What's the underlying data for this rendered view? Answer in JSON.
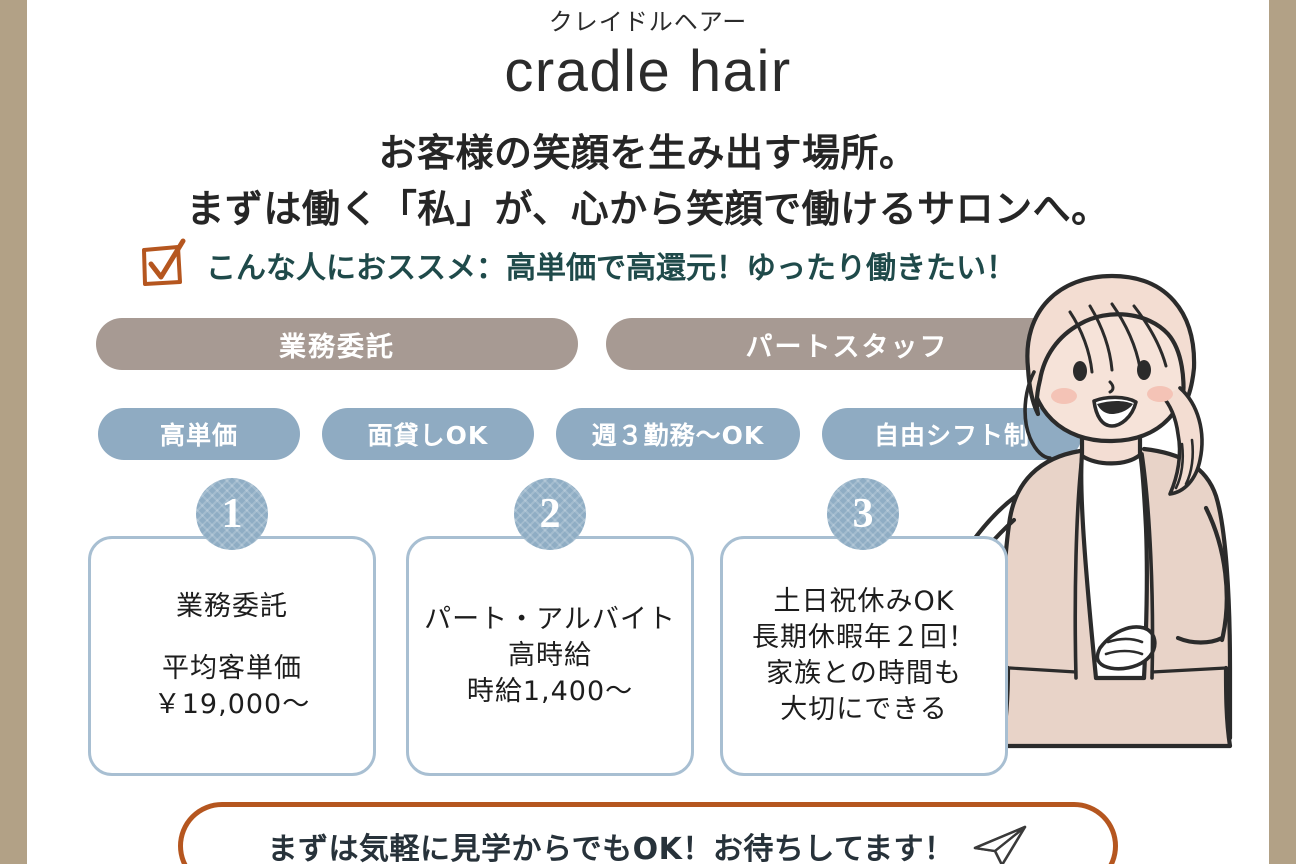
{
  "header": {
    "kana_title": "クレイドルヘアー",
    "brand": "cradle hair",
    "lead_line1": "お客様の笑顔を生み出す場所。",
    "lead_line2": "まずは働く「私」が、心から笑顔で働けるサロンへ。"
  },
  "recommend": {
    "icon": "checkbox-checked-icon",
    "text": "こんな人におススメ：高単価で高還元！ゆったり働きたい！",
    "color": "#1f4a4a"
  },
  "role_pills": [
    {
      "label": "業務委託"
    },
    {
      "label": "パートスタッフ"
    }
  ],
  "feature_tags": [
    {
      "label": "高単価"
    },
    {
      "label": "面貸しOK"
    },
    {
      "label": "週３勤務～OK"
    },
    {
      "label": "自由シフト制"
    }
  ],
  "cards": [
    {
      "number": "1",
      "title": "業務委託",
      "lines": [
        "平均客単価",
        "￥19,000～"
      ]
    },
    {
      "number": "2",
      "title": "パート・アルバイト",
      "lines": [
        "高時給",
        "時給1,400～"
      ]
    },
    {
      "number": "3",
      "title": "土日祝休みOK",
      "lines": [
        "長期休暇年２回！",
        "家族との時間も",
        "大切にできる"
      ]
    }
  ],
  "cta": {
    "text": "まずは気軽に見学からでもOK！お待ちしてます！",
    "icon": "paper-plane-icon",
    "border_color": "#b5561f"
  },
  "illustration": {
    "name": "smiling-woman-presenting-illustration"
  },
  "colors": {
    "edge_border": "#b2a186",
    "role_pill": "#a79a93",
    "feature_tag": "#8fabc2",
    "number_circle": "#8fadc4",
    "card_border": "#a8bfd2",
    "cta_border": "#b5561f",
    "checkbox": "#b5561f"
  }
}
